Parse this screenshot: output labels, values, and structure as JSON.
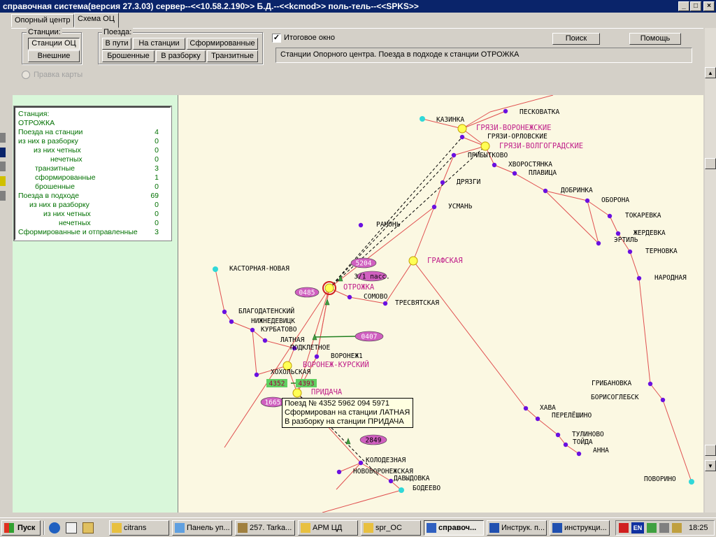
{
  "window": {
    "title": "справочная система(версия 27.3.03) сервер--<<10.58.2.190>> Б.Д.--<<kcmod>> поль-тель--<<SPKS>>"
  },
  "tabs": [
    {
      "label": "Опорный центр",
      "active": false
    },
    {
      "label": "Схема ОЦ",
      "active": true
    }
  ],
  "stations_group": {
    "label": "Станции:",
    "buttons": [
      {
        "label": "Станции ОЦ",
        "pressed": true
      },
      {
        "label": "Внешние",
        "pressed": false
      }
    ]
  },
  "trains_group": {
    "label": "Поезда:",
    "buttons": [
      "В пути",
      "На станции",
      "Сформированные",
      "Брошенные",
      "В разборку",
      "Транзитные"
    ]
  },
  "map_edit_radio": "Правка карты",
  "summary_checkbox": {
    "label": "Итоговое окно",
    "checked": true
  },
  "search_button": "Поиск",
  "help_button": "Помощь",
  "status_text": "Станции Опорного центра. Поезда в подходе к станции ОТРОЖКА",
  "stats": {
    "rows": [
      {
        "label": "Станция:",
        "value": ""
      },
      {
        "label": "ОТРОЖКА",
        "value": ""
      },
      {
        "label": "Поезда на станции",
        "value": "4"
      },
      {
        "label": "из них в разборку",
        "value": "0"
      },
      {
        "label": "из них четных",
        "value": "0"
      },
      {
        "label": "нечетных",
        "value": "0"
      },
      {
        "label": "транзитные",
        "value": "3"
      },
      {
        "label": "сформированные",
        "value": "1"
      },
      {
        "label": "брошенные",
        "value": "0"
      },
      {
        "label": "Поезда в подходе",
        "value": "69"
      },
      {
        "label": "из них в разборку",
        "value": "0"
      },
      {
        "label": "из них четных",
        "value": "0"
      },
      {
        "label": "нечетных",
        "value": "0"
      },
      {
        "label": "Сформированные и отправленные",
        "value": "3"
      }
    ]
  },
  "map": {
    "colors": {
      "line": "#e05050",
      "station": "#6a10e0",
      "hub": "#ffff55",
      "terminal": "#30d8d8",
      "hub_label": "#c0208a",
      "badge": "#d060c0",
      "badge_green": "#60d060"
    },
    "stations": [
      {
        "name": "КАЗИНКА"
      },
      {
        "name": "ПЕСКОВАТКА"
      },
      {
        "name": "ГРЯЗИ-ВОРОНЕЖСКИЕ"
      },
      {
        "name": "ГРЯЗИ-ОРЛОВСКИЕ"
      },
      {
        "name": "ГРЯЗИ-ВОЛГОГРАДСКИЕ"
      },
      {
        "name": "ПРИБЫТКОВО"
      },
      {
        "name": "ХВОРОСТЯНКА"
      },
      {
        "name": "ПЛАВИЦА"
      },
      {
        "name": "ДРЯЗГИ"
      },
      {
        "name": "ДОБРИНКА"
      },
      {
        "name": "ОБОРОНА"
      },
      {
        "name": "УСМАНЬ"
      },
      {
        "name": "ТОКАРЕВКА"
      },
      {
        "name": "РАМОНЬ"
      },
      {
        "name": "ЖЕРДЕВКА"
      },
      {
        "name": "ЭРТИЛЬ"
      },
      {
        "name": "ТЕРНОВКА"
      },
      {
        "name": "ГРАФСКАЯ"
      },
      {
        "name": "КАСТОРНАЯ-НОВАЯ"
      },
      {
        "name": "НАРОДНАЯ"
      },
      {
        "name": "ОТРОЖКА"
      },
      {
        "name": "СОМОВО"
      },
      {
        "name": "ТРЕСВЯТСКАЯ"
      },
      {
        "name": "БЛАГОДАТЕНСКИЙ"
      },
      {
        "name": "НИЖНЕДЕВИЦК"
      },
      {
        "name": "КУРБАТОВО"
      },
      {
        "name": "ЛАТНАЯ"
      },
      {
        "name": "ПОДКЛЕТНОЕ"
      },
      {
        "name": "ВОРОНЕЖ1"
      },
      {
        "name": "ВОРОНЕЖ-КУРСКИЙ"
      },
      {
        "name": "ХОХОЛЬСКАЯ"
      },
      {
        "name": "ПРИДАЧА"
      },
      {
        "name": "ГРИБАНОВКА"
      },
      {
        "name": "БОРИСОГЛЕБСК"
      },
      {
        "name": "ХАВА"
      },
      {
        "name": "ПЕРЕЛЁШИНО"
      },
      {
        "name": "ТУЛИНОВО"
      },
      {
        "name": "ТОЙДА"
      },
      {
        "name": "АННА"
      },
      {
        "name": "КОЛОДЕЗНАЯ"
      },
      {
        "name": "НОВОВОРОНЕЖСКАЯ"
      },
      {
        "name": "ДАВЫДОВКА"
      },
      {
        "name": "БОДЕЕВО"
      },
      {
        "name": "ПОВОРИНО"
      }
    ],
    "train_badges": [
      "5204",
      "3/1 пасс.",
      "0485",
      "0407",
      "4352",
      "4393",
      "1665",
      "2849"
    ]
  },
  "tooltip": {
    "lines": [
      "Поезд № 4352 5962 094 5971",
      "Сформирован на станции ЛАТНАЯ",
      "В разборку на станции ПРИДАЧА"
    ]
  },
  "taskbar": {
    "start": "Пуск",
    "items": [
      {
        "label": "citrans",
        "active": false
      },
      {
        "label": "Панель уп...",
        "active": false
      },
      {
        "label": "257. Tarka...",
        "active": false
      },
      {
        "label": "АРМ ЦД",
        "active": false
      },
      {
        "label": "spr_OC",
        "active": false
      },
      {
        "label": "справоч...",
        "active": true
      },
      {
        "label": "Инструк. п...",
        "active": false
      },
      {
        "label": "инструкци...",
        "active": false
      }
    ],
    "lang": "EN",
    "clock": "18:25"
  }
}
